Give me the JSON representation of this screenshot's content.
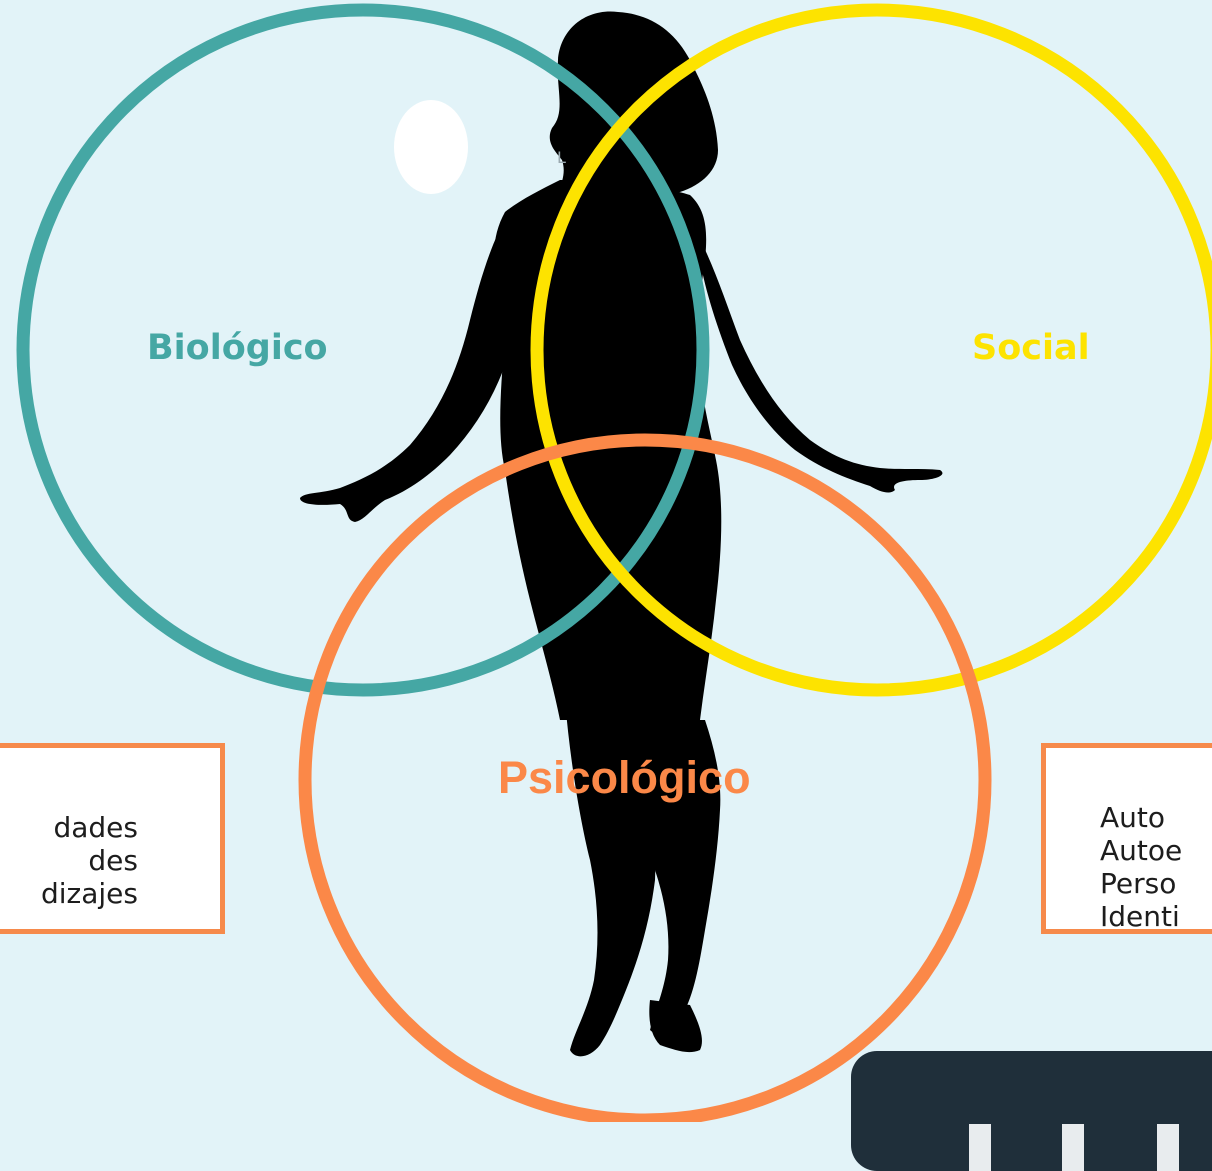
{
  "diagram": {
    "circles": [
      {
        "name": "Biológico",
        "color": "#45a7a4"
      },
      {
        "name": "Social",
        "color": "#fde300"
      },
      {
        "name": "Psicológico",
        "color": "#fb8848"
      }
    ],
    "labels": {
      "biologico": "Biológico",
      "social": "Social",
      "psicologico": "Psicológico"
    },
    "left_box": {
      "items": [
        "dades",
        "des",
        "dizajes"
      ]
    },
    "right_box": {
      "items": [
        "Auto",
        "Autoe",
        "Perso",
        "Identi"
      ]
    },
    "photo_fragment_text": "L"
  },
  "colors": {
    "background": "#e2f3f8",
    "silhouette": "#000000",
    "box_border": "#f68a4b",
    "widget": "#1f2f3a"
  }
}
